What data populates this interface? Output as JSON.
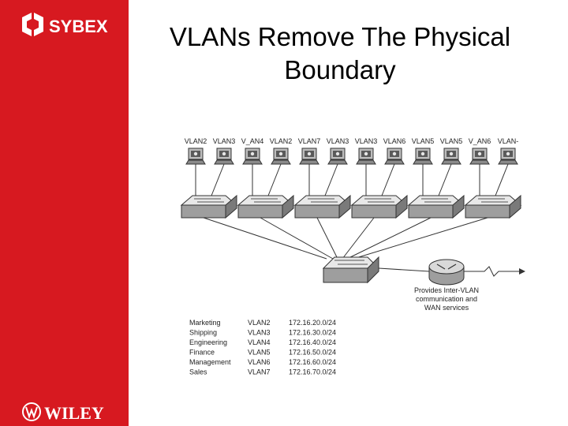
{
  "slide": {
    "title_lines": [
      "VLANs Remove The Physical",
      "Boundary"
    ]
  },
  "brand": {
    "sybex": "SYBEX",
    "wiley": "WILEY",
    "sidebar_color": "#d71920"
  },
  "diagram": {
    "pc_labels": [
      "VLAN2",
      "VLAN3",
      "V_AN4",
      "VLAN2",
      "VLAN7",
      "VLAN3",
      "VLAN3",
      "VLAN6",
      "VLAN5",
      "VLAN5",
      "V_AN6",
      "VLAN-"
    ],
    "router_caption": [
      "Provides Inter-VLAN",
      "communication and",
      "WAN services"
    ],
    "table": [
      [
        "Marketing",
        "VLAN2",
        "172.16.20.0/24"
      ],
      [
        "Shipping",
        "VLAN3",
        "172.16.30.0/24"
      ],
      [
        "Engineering",
        "VLAN4",
        "172.16.40.0/24"
      ],
      [
        "Finance",
        "VLAN5",
        "172.16.50.0/24"
      ],
      [
        "Management",
        "VLAN6",
        "172.16.60.0/24"
      ],
      [
        "Sales",
        "VLAN7",
        "172.16.70.0/24"
      ]
    ],
    "icons": [
      "computer-icon",
      "switch-icon",
      "router-icon",
      "serial-link-icon"
    ]
  }
}
